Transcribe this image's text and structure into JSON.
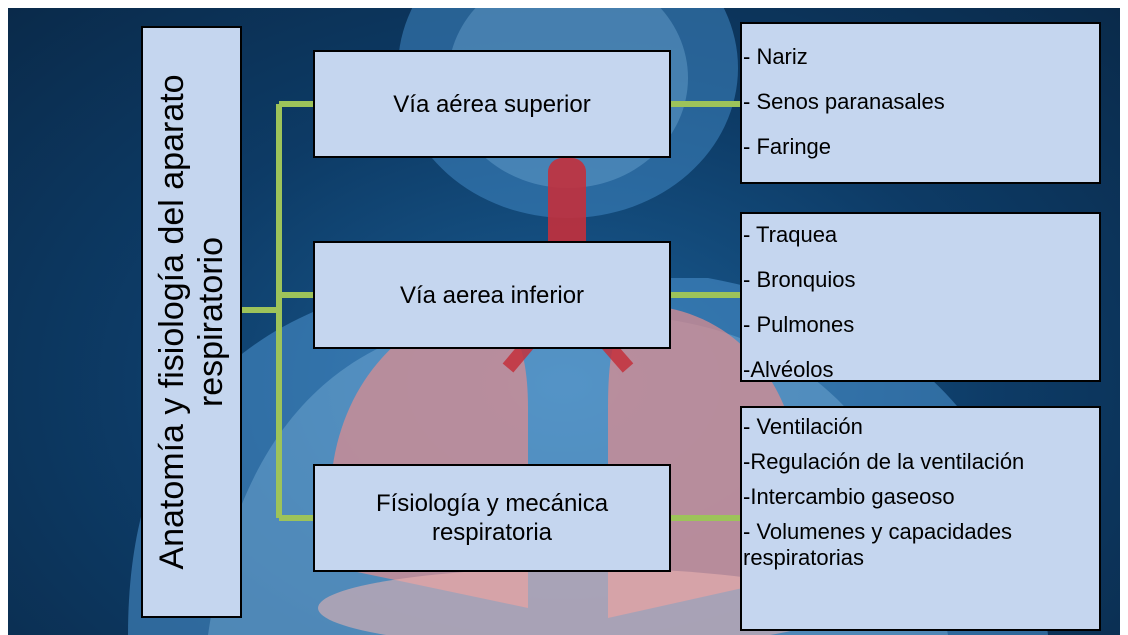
{
  "diagram": {
    "title": "Anatomía y fisiología del aparato respiratorio",
    "categories": [
      {
        "label": "Vía aérea superior",
        "items": [
          "- Nariz",
          "- Senos paranasales",
          "- Faringe"
        ]
      },
      {
        "label": "Vía aerea inferior",
        "items": [
          "- Traquea",
          "- Bronquios",
          "- Pulmones",
          "-Alvéolos"
        ]
      },
      {
        "label": "Físiología y mecánica respiratoria",
        "items": [
          "- Ventilación",
          "-Regulación de la ventilación",
          "-Intercambio gaseoso",
          "- Volumenes y capacidades respiratorias"
        ]
      }
    ]
  },
  "colors": {
    "connector": "#9dc35a",
    "box_fill": "#c5d6ef",
    "box_border": "#000000",
    "background": "#0d3b66"
  }
}
